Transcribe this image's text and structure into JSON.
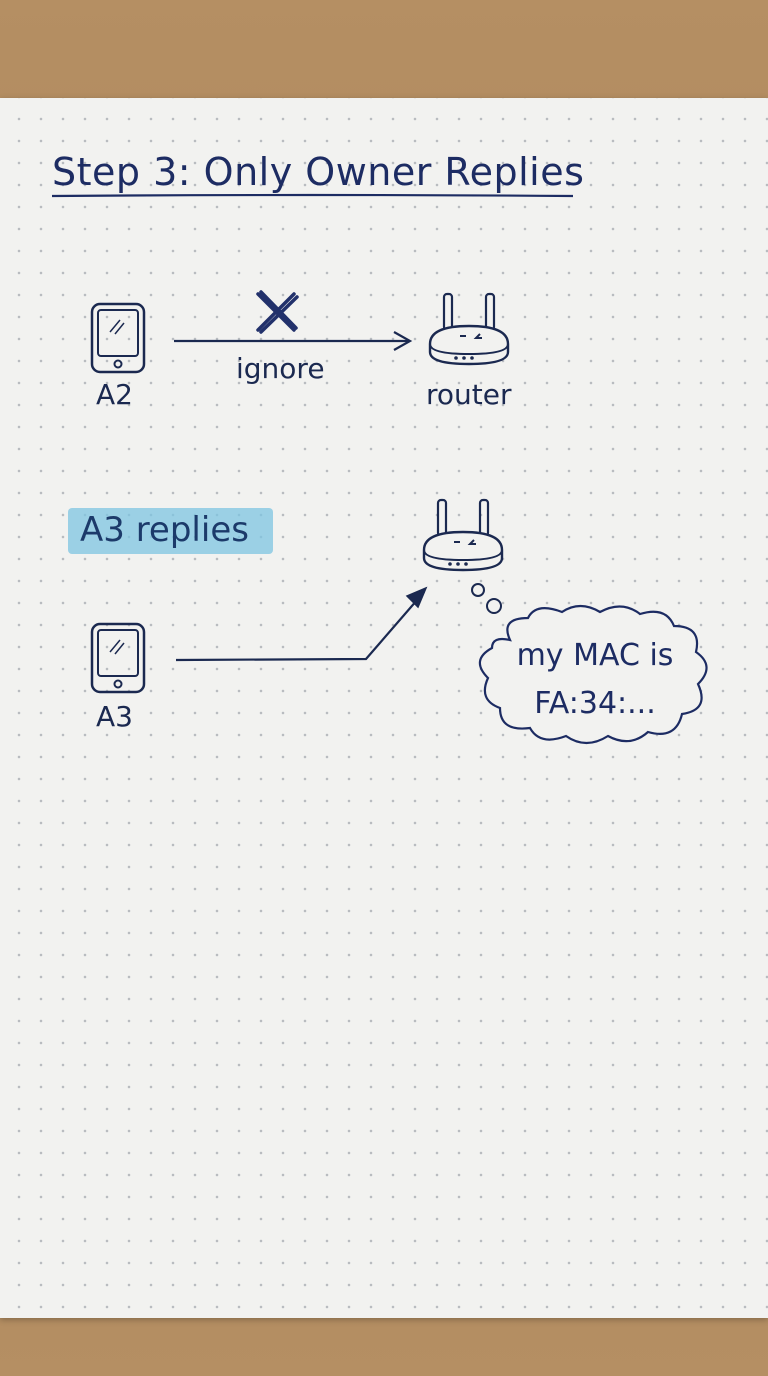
{
  "title": "Step 3: Only Owner Replies",
  "row1": {
    "device_label": "A2",
    "arrow_label": "ignore",
    "router_label": "router"
  },
  "highlight": "A3 replies",
  "row2": {
    "device_label": "A3",
    "thought_line1": "my MAC is",
    "thought_line2": "FA:34:..."
  },
  "colors": {
    "ink": "#1b2950",
    "title_ink": "#1d2c63",
    "highlighter": "#7ec4e2",
    "paper": "#f2f2f0"
  }
}
